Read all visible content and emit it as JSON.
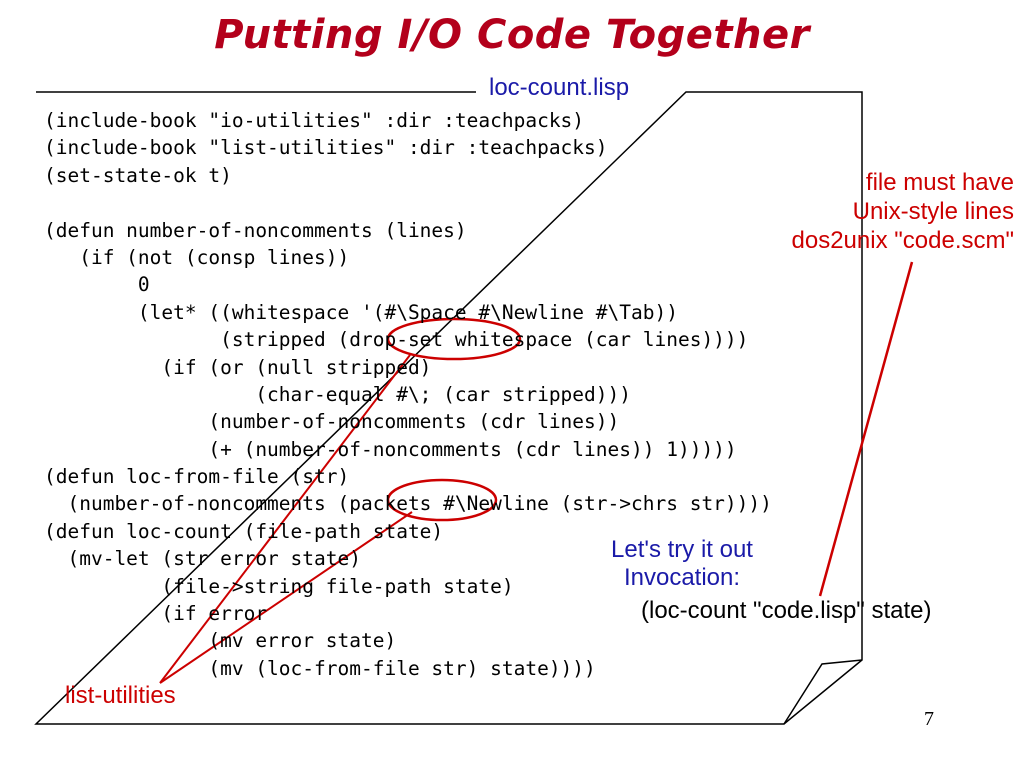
{
  "slide": {
    "title": "Putting I/O Code Together",
    "file_tab": "loc-count.lisp",
    "page_number": "7"
  },
  "code_lines": [
    "(include-book \"io-utilities\" :dir :teachpacks)",
    "(include-book \"list-utilities\" :dir :teachpacks)",
    "(set-state-ok t)",
    "",
    "(defun number-of-noncomments (lines)",
    "   (if (not (consp lines))",
    "        0",
    "        (let* ((whitespace '(#\\Space #\\Newline #\\Tab))",
    "               (stripped (drop-set whitespace (car lines))))",
    "          (if (or (null stripped)",
    "                  (char-equal #\\; (car stripped)))",
    "              (number-of-noncomments (cdr lines))",
    "              (+ (number-of-noncomments (cdr lines)) 1)))))",
    "(defun loc-from-file (str)",
    "  (number-of-noncomments (packets #\\Newline (str->chrs str))))",
    "(defun loc-count (file-path state)",
    "  (mv-let (str error state)",
    "          (file->string file-path state)",
    "          (if error",
    "              (mv error state)",
    "              (mv (loc-from-file str) state))))"
  ],
  "annotations": {
    "file_note": [
      "file must have",
      "Unix-style lines",
      "dos2unix \"code.scm\""
    ],
    "lets_try": [
      "Let's try it out",
      "Invocation:"
    ],
    "invocation": "(loc-count \"code.lisp\" state)",
    "list_utilities": "list-utilities"
  },
  "colors": {
    "title": "#b3001b",
    "annotation_red": "#cc0000",
    "annotation_blue": "#1a1aa8",
    "text": "#000000"
  }
}
